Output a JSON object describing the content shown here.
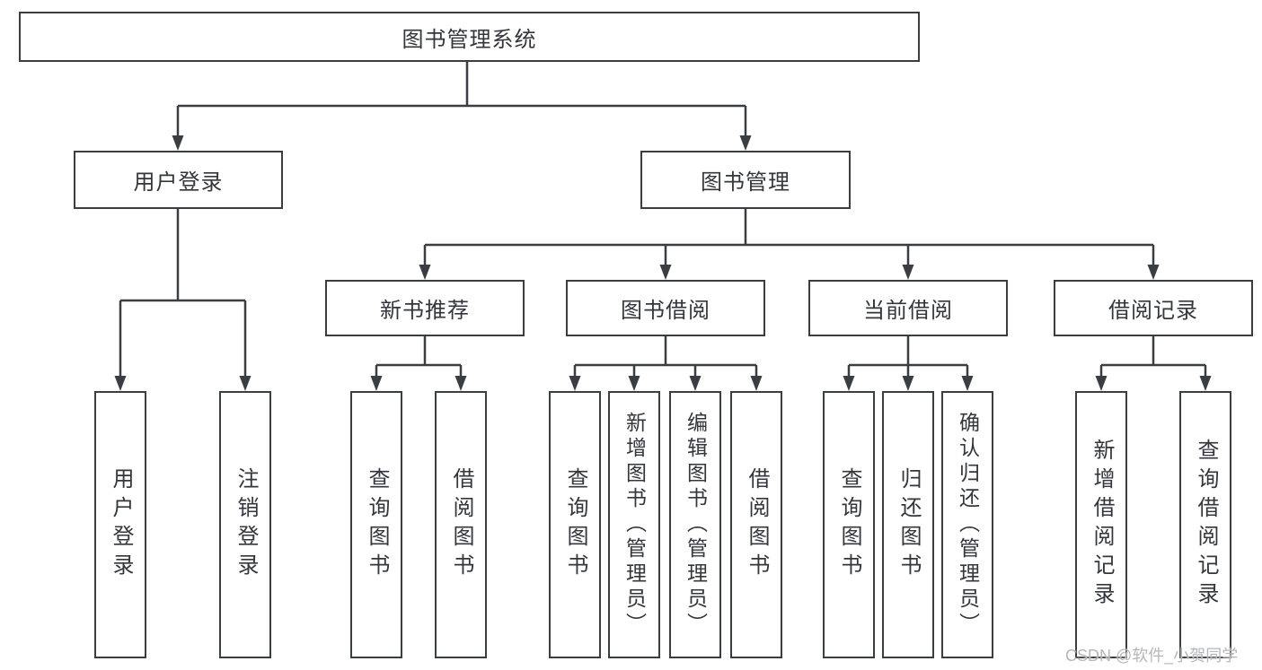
{
  "tree": {
    "label": "图书管理系统",
    "children": [
      {
        "label": "用户登录",
        "children": [
          {
            "label": "用户登录"
          },
          {
            "label": "注销登录"
          }
        ]
      },
      {
        "label": "图书管理",
        "children": [
          {
            "label": "新书推荐",
            "children": [
              {
                "label": "查询图书"
              },
              {
                "label": "借阅图书"
              }
            ]
          },
          {
            "label": "图书借阅",
            "children": [
              {
                "label": "查询图书"
              },
              {
                "label": "新增图书（管理员）"
              },
              {
                "label": "编辑图书（管理员）"
              },
              {
                "label": "借阅图书"
              }
            ]
          },
          {
            "label": "当前借阅",
            "children": [
              {
                "label": "查询图书"
              },
              {
                "label": "归还图书"
              },
              {
                "label": "确认归还（管理员）"
              }
            ]
          },
          {
            "label": "借阅记录",
            "children": [
              {
                "label": "新增借阅记录"
              },
              {
                "label": "查询借阅记录"
              }
            ]
          }
        ]
      }
    ]
  },
  "watermark": "CSDN @软件_小贺同学",
  "colors": {
    "line": "#3a3d42",
    "text": "#33363b",
    "watermark": "#b6b7b9",
    "background": "#ffffff"
  }
}
